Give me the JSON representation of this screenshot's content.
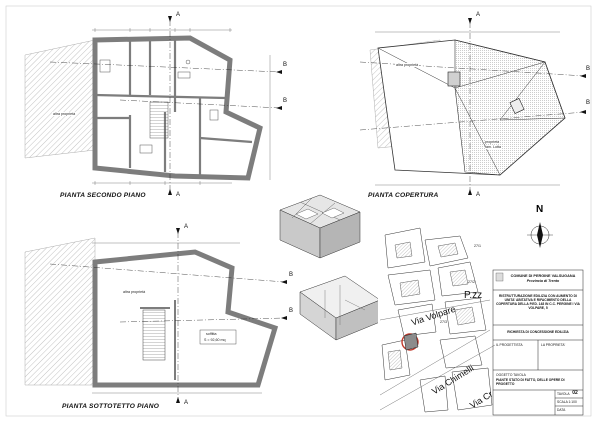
{
  "plans": {
    "second_floor": {
      "title": "PIANTA SECONDO PIANO",
      "other_property": "altra proprietà",
      "section_markers": [
        "A",
        "A",
        "B",
        "B"
      ]
    },
    "roof": {
      "title": "PIANTA COPERTURA",
      "other_property": "altra proprietà",
      "owner_label_1": "proprietà",
      "owner_label_2": "fam. Lotta",
      "section_markers": [
        "A",
        "A",
        "B",
        "B"
      ]
    },
    "attic": {
      "title": "PIANTA SOTTOTETTO PIANO",
      "other_property": "altra proprietà",
      "room_label": "soffitta",
      "room_area": "S = 92,60 mq",
      "section_markers": [
        "A",
        "A",
        "B",
        "B"
      ]
    }
  },
  "map": {
    "north_label": "N",
    "street_1": "Via Volpare",
    "street_2": "Via Chimelli",
    "street_3": "Via Cr",
    "square_prefix": "P.zz",
    "parcel_numbers": [
      "27/1",
      "27/2",
      "27/3"
    ]
  },
  "title_block": {
    "municipality": "COMUNE DI PERGINE VALSUGANA",
    "province": "Provincia di Trento",
    "project_description": "RISTRUTTURAZIONE EDILIZIA CON AUMENTO DI UNITA' ABITATIVA E RIFACIMENTO DELLA COPERTURA DELLA P.ED. 148 IN C.C. PERGINE I VIA VOLPARE, 5",
    "request": "RICHIESTA DI CONCESSIONE EDILIZIA",
    "designer_label": "IL PROGETTISTA",
    "owner_label": "LA PROPRIETA'",
    "drawing_label": "OGGETTO TAVOLA",
    "drawing_desc": "PIANTE STATO DI FATTO, DELLE OPERE DI PROGETTO",
    "sheet_label": "TAVOLA",
    "sheet_number": "02",
    "scale_label": "SCALA 1:100",
    "date_label": "DATA"
  },
  "colors": {
    "wall": "#8a8a8a",
    "line": "#222222",
    "hatch": "#9a9a9a",
    "shade": "#c8c8c8"
  }
}
